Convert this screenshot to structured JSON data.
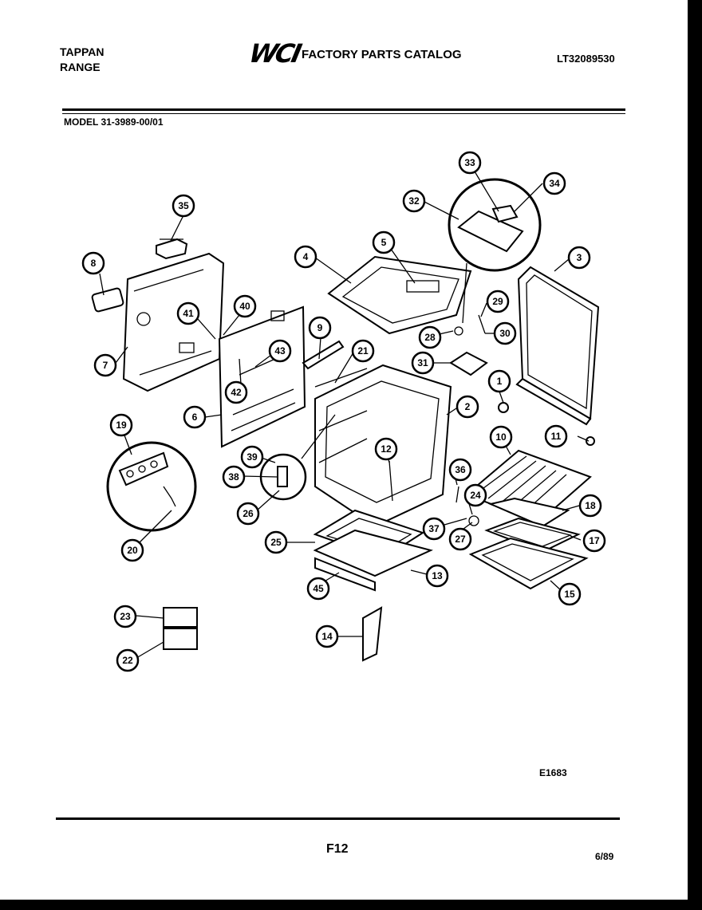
{
  "header": {
    "brand_line1": "TAPPAN",
    "brand_line2": "RANGE",
    "logo": "WCI",
    "catalog_title": "FACTORY PARTS CATALOG",
    "catalog_number": "LT32089530",
    "model": "MODEL 31-3989-00/01"
  },
  "footer": {
    "figure_id": "E1683",
    "page": "F12",
    "date": "6/89"
  },
  "callouts": [
    "1",
    "2",
    "3",
    "4",
    "5",
    "6",
    "7",
    "8",
    "9",
    "10",
    "11",
    "12",
    "13",
    "14",
    "15",
    "17",
    "18",
    "19",
    "20",
    "21",
    "22",
    "23",
    "24",
    "25",
    "26",
    "27",
    "28",
    "29",
    "30",
    "31",
    "32",
    "33",
    "34",
    "35",
    "36",
    "37",
    "38",
    "39",
    "40",
    "41",
    "42",
    "43",
    "45",
    "26"
  ]
}
